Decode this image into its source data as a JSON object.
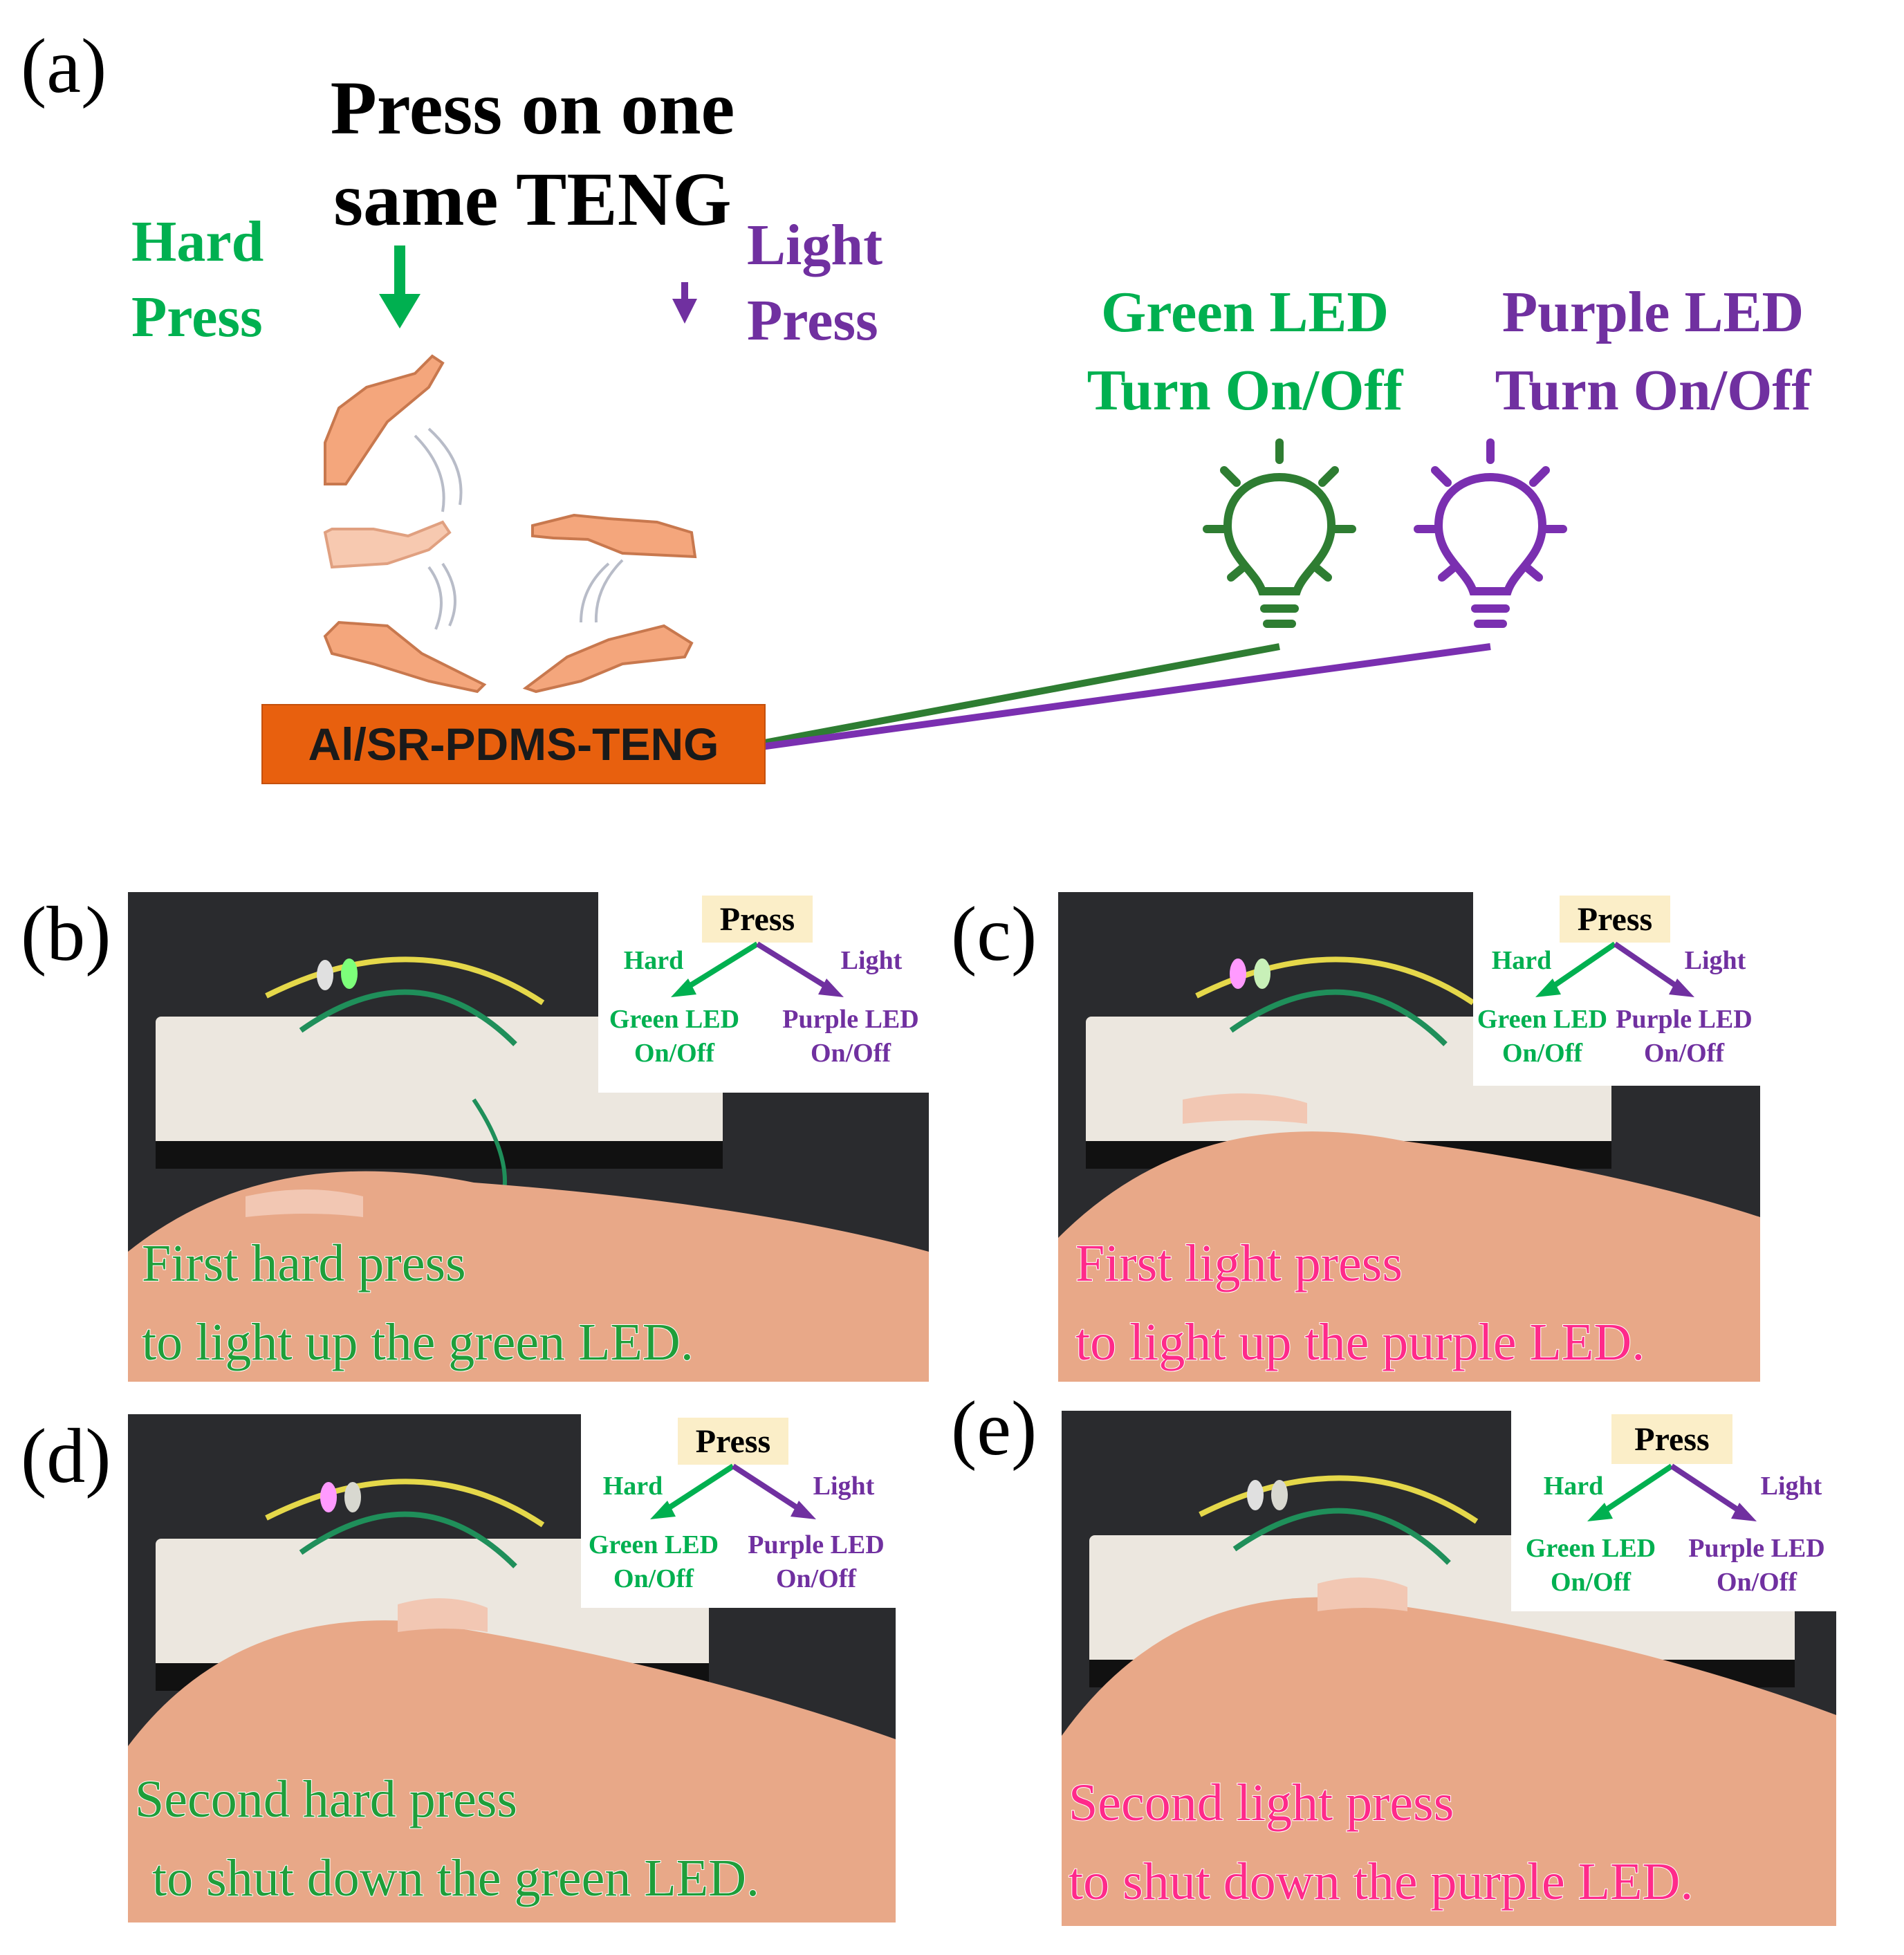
{
  "panel_a": {
    "label": "(a)",
    "title_line1": "Press on one",
    "title_line2": "same TENG",
    "hard_press": {
      "line1": "Hard",
      "line2": "Press"
    },
    "light_press": {
      "line1": "Light",
      "line2": "Press"
    },
    "green_led": {
      "line1": "Green LED",
      "line2": "Turn On/Off"
    },
    "purple_led": {
      "line1": "Purple LED",
      "line2": "Turn On/Off"
    },
    "device_label": "Al/SR-PDMS-TENG"
  },
  "photo_panels": [
    {
      "label": "(b)",
      "legend": {
        "press": "Press",
        "hard": "Hard",
        "light": "Light",
        "green_line1": "Green LED",
        "green_line2": "On/Off",
        "purple_line1": "Purple LED",
        "purple_line2": "On/Off"
      },
      "caption_line1": "First hard press",
      "caption_line2": "to light up the green LED."
    },
    {
      "label": "(c)",
      "legend": {
        "press": "Press",
        "hard": "Hard",
        "light": "Light",
        "green_line1": "Green LED",
        "green_line2": "On/Off",
        "purple_line1": "Purple LED",
        "purple_line2": "On/Off"
      },
      "caption_line1": "First light press",
      "caption_line2": "to light up the purple LED."
    },
    {
      "label": "(d)",
      "legend": {
        "press": "Press",
        "hard": "Hard",
        "light": "Light",
        "green_line1": "Green LED",
        "green_line2": "On/Off",
        "purple_line1": "Purple LED",
        "purple_line2": "On/Off"
      },
      "caption_line1": "Second hard press",
      "caption_line2": "to shut down the green LED."
    },
    {
      "label": "(e)",
      "legend": {
        "press": "Press",
        "hard": "Hard",
        "light": "Light",
        "green_line1": "Green LED",
        "green_line2": "On/Off",
        "purple_line1": "Purple LED",
        "purple_line2": "On/Off"
      },
      "caption_line1": "Second light press",
      "caption_line2": "to shut down the purple LED."
    }
  ],
  "colors": {
    "green": "#00b050",
    "purple": "#7030a0",
    "bulb_green": "#2e7d32",
    "bulb_purple": "#7a2fb0",
    "device_orange": "#e8600e",
    "hand_skin": "#f4a67c",
    "caption_green": "#1f9e3a",
    "caption_pink": "#ff2a8a"
  },
  "icons": [
    "arrow-down-icon",
    "hand-icon",
    "lightbulb-icon",
    "arrow-diagonal-icon",
    "led-icon"
  ]
}
